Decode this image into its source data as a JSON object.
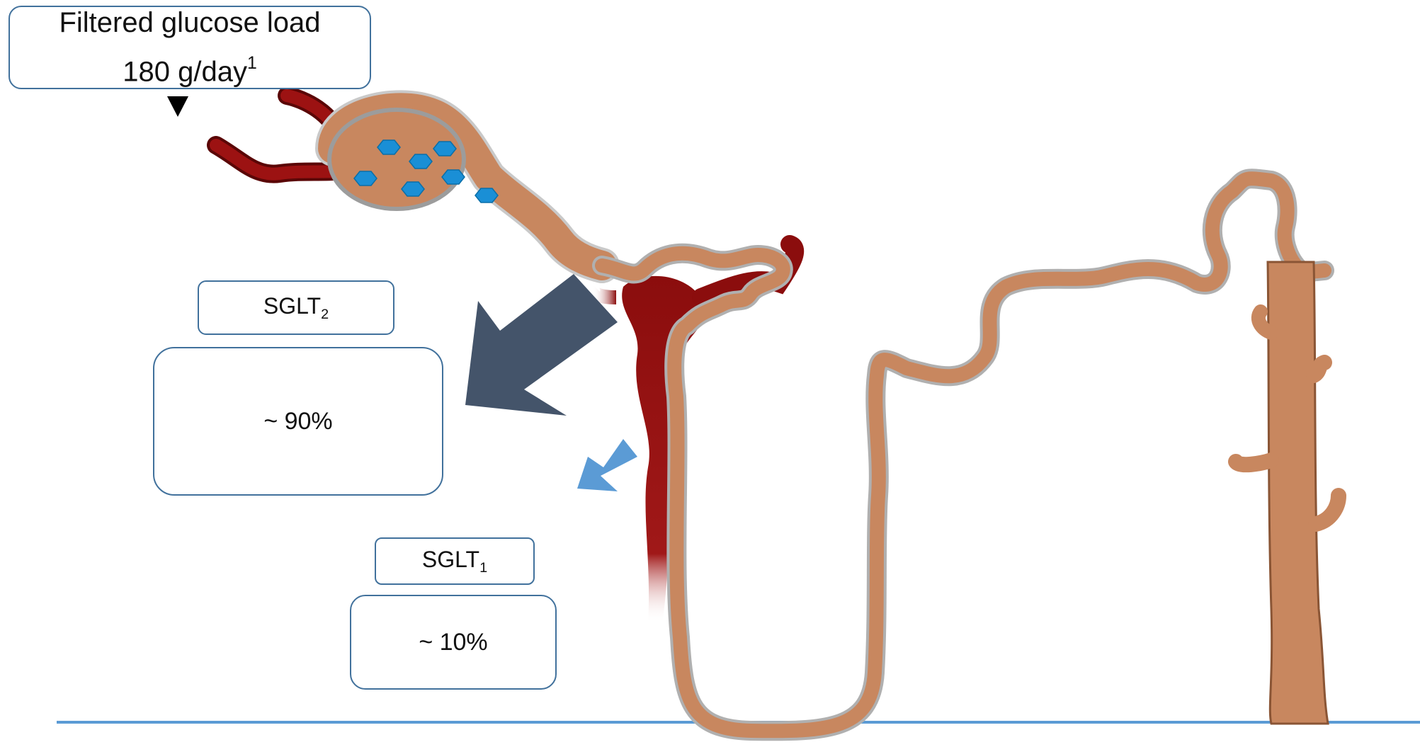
{
  "filtered_load": {
    "line1": "Filtered glucose load",
    "line2": "180 g/day",
    "superscript": "1"
  },
  "sglt2": {
    "label": "SGLT",
    "subscript": "2",
    "percent": "~ 90%"
  },
  "sglt1": {
    "label": "SGLT",
    "subscript": "1",
    "percent": "~ 10%"
  },
  "colors": {
    "tubule": "#c8875f",
    "tubule_outline": "#8a5535",
    "vessel": "#8b0d0d",
    "glucose": "#1a8fd6",
    "arrow_large": "#44546a",
    "arrow_small": "#5b9bd5",
    "baseline": "#5b9bd5",
    "box_border": "#41719c"
  },
  "icons": [
    "glucose-molecule-icon",
    "down-triangle-icon",
    "large-arrow-icon",
    "small-arrow-icon"
  ]
}
